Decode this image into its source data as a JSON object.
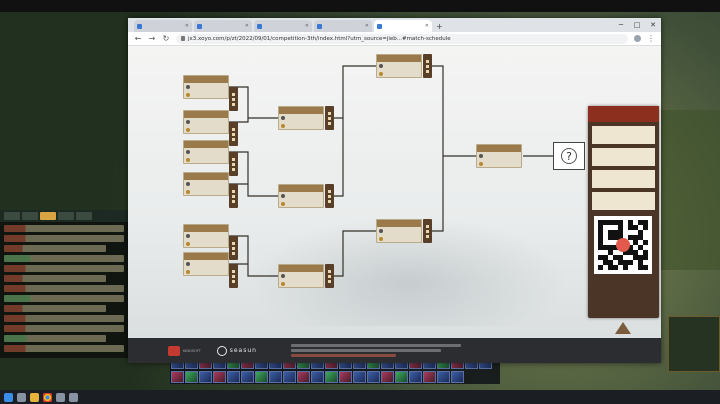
{
  "game": {
    "topbar": [],
    "chat_lines": [],
    "coords_left": "",
    "coords_right": "",
    "stream_logo": "",
    "counter": "",
    "tray_time": "",
    "tray_date": ""
  },
  "browser": {
    "tabs": [
      {
        "label": "",
        "active": false
      },
      {
        "label": "",
        "active": false
      },
      {
        "label": "",
        "active": false
      },
      {
        "label": "",
        "active": false
      },
      {
        "label": "",
        "active": true
      }
    ],
    "url": "jx3.xoyo.com/p/zt/2022/09/01/competition-3th/index.html?utm_source=jieb...#match-schedule",
    "win_min": "─",
    "win_max": "□",
    "win_close": "✕"
  },
  "bracket": {
    "round1": [
      {
        "time": "",
        "team_a": "",
        "team_b": "",
        "score_a": "",
        "score_b": ""
      },
      {
        "time": "",
        "team_a": "",
        "team_b": "",
        "score_a": "",
        "score_b": ""
      },
      {
        "time": "",
        "team_a": "",
        "team_b": "",
        "score_a": "",
        "score_b": ""
      },
      {
        "time": "",
        "team_a": "",
        "team_b": "",
        "score_a": "",
        "score_b": ""
      },
      {
        "time": "",
        "team_a": "",
        "team_b": "",
        "score_a": "",
        "score_b": ""
      },
      {
        "time": "",
        "team_a": "",
        "team_b": "",
        "score_a": "",
        "score_b": ""
      }
    ],
    "round2": [
      {
        "time": "",
        "team_a": "",
        "team_b": "",
        "score_a": "",
        "score_b": ""
      },
      {
        "time": "",
        "team_a": "",
        "team_b": "",
        "score_a": "",
        "score_b": ""
      },
      {
        "time": "",
        "team_a": "",
        "team_b": "",
        "score_a": "",
        "score_b": ""
      }
    ],
    "round3": [
      {
        "time": "",
        "team_a": "",
        "team_b": "",
        "score_a": "",
        "score_b": ""
      },
      {
        "time": "",
        "team_a": "",
        "team_b": "",
        "score_a": "",
        "score_b": ""
      }
    ],
    "final": {
      "time": "",
      "team_a": "",
      "team_b": ""
    },
    "champion": {
      "mark": "?",
      "label": ""
    }
  },
  "side_menu": {
    "title": "",
    "items": [
      "",
      "",
      "",
      ""
    ],
    "qr_caption": "",
    "top_label": ""
  },
  "footer": {
    "kingsoft_label": "",
    "kingsoft_sub": "KINGSOFT",
    "seasun_label": "seasun"
  }
}
